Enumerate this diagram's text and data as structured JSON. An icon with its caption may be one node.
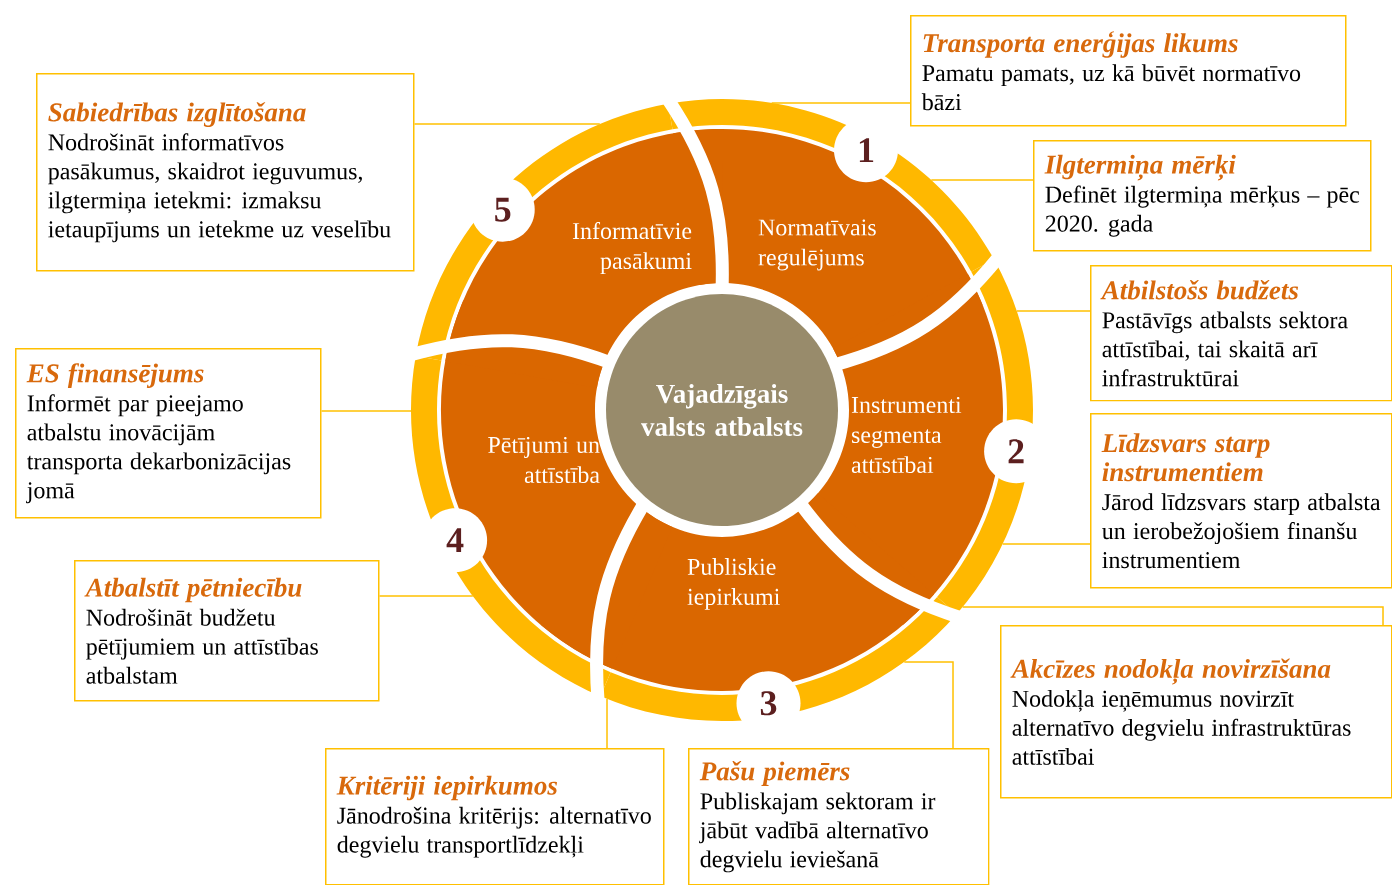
{
  "diagram": {
    "nodes": [
      {
        "text": [
          "Vajadzīgais valsts atbalsts"
        ]
      },
      {
        "text": [
          "Normatīvais regulējums"
        ]
      },
      {
        "text": [
          "Instrumenti segmenta attīstībai"
        ]
      },
      {
        "text": [
          "Publiskie iepirkumi"
        ]
      },
      {
        "text": [
          "Pētījumi un attīstība"
        ]
      },
      {
        "text": [
          "Informatīvie pasākumi"
        ]
      },
      {
        "text": [
          "1"
        ]
      },
      {
        "text": [
          "2"
        ]
      },
      {
        "text": [
          "3"
        ]
      },
      {
        "text": [
          "4"
        ]
      },
      {
        "text": [
          "5"
        ]
      },
      {
        "text": [
          "Transporta enerģijas likums",
          "Pamatu pamats, uz kā būvēt normatīvo bāzi"
        ]
      },
      {
        "text": [
          "Ilgtermiņa mērķi",
          "Definēt ilgtermiņa mērķus – pēc 2020. gada"
        ]
      },
      {
        "text": [
          "Atbilstošs budžets",
          "Pastāvīgs atbalsts sektora attīstībai, tai skaitā arī infrastruktūrai"
        ]
      },
      {
        "text": [
          "Līdzsvars starp instrumentiem",
          "Jārod līdzsvars starp atbalsta un ierobežojošiem finanšu instrumentiem"
        ]
      },
      {
        "text": [
          "Akcīzes nodokļa novirzīšana",
          "Nodokļa ieņēmumus novirzīt alternatīvo degvielu infrastruktūras attīstībai"
        ]
      },
      {
        "text": [
          "Pašu piemērs",
          "Publiskajam sektoram ir jābūt vadībā alternatīvo degvielu ieviešanā"
        ]
      },
      {
        "text": [
          "Kritēriji iepirkumos",
          "Jānodrošina kritērijs: alternatīvo degvielu transportlīdzekļi"
        ]
      },
      {
        "text": [
          "Atbalstīt pētniecību",
          "Nodrošināt budžetu pētījumiem un attīstības atbalstam"
        ]
      },
      {
        "text": [
          "ES finansējums",
          "Informēt par pieejamo atbalstu inovācijām transporta dekarbonizācijas jomā"
        ]
      },
      {
        "text": [
          "Sabiedrības izglītošana",
          "Nodrošināt informatīvos pasākumus, skaidrot ieguvumus, ilgtermiņa ietekmi: izmaksu ietaupījums un ietekme uz veselību"
        ]
      }
    ],
    "edges": [
      {
        "from": 11,
        "to": 1,
        "arrow": "none"
      },
      {
        "from": 12,
        "to": 1,
        "arrow": "none"
      },
      {
        "from": 13,
        "to": 2,
        "arrow": "none"
      },
      {
        "from": 14,
        "to": 2,
        "arrow": "none"
      },
      {
        "from": 15,
        "to": 2,
        "arrow": "none"
      },
      {
        "from": 16,
        "to": 3,
        "arrow": "none"
      },
      {
        "from": 17,
        "to": 3,
        "arrow": "none"
      },
      {
        "from": 18,
        "to": 4,
        "arrow": "none"
      },
      {
        "from": 19,
        "to": 4,
        "arrow": "none"
      },
      {
        "from": 20,
        "to": 5,
        "arrow": "none"
      }
    ]
  }
}
